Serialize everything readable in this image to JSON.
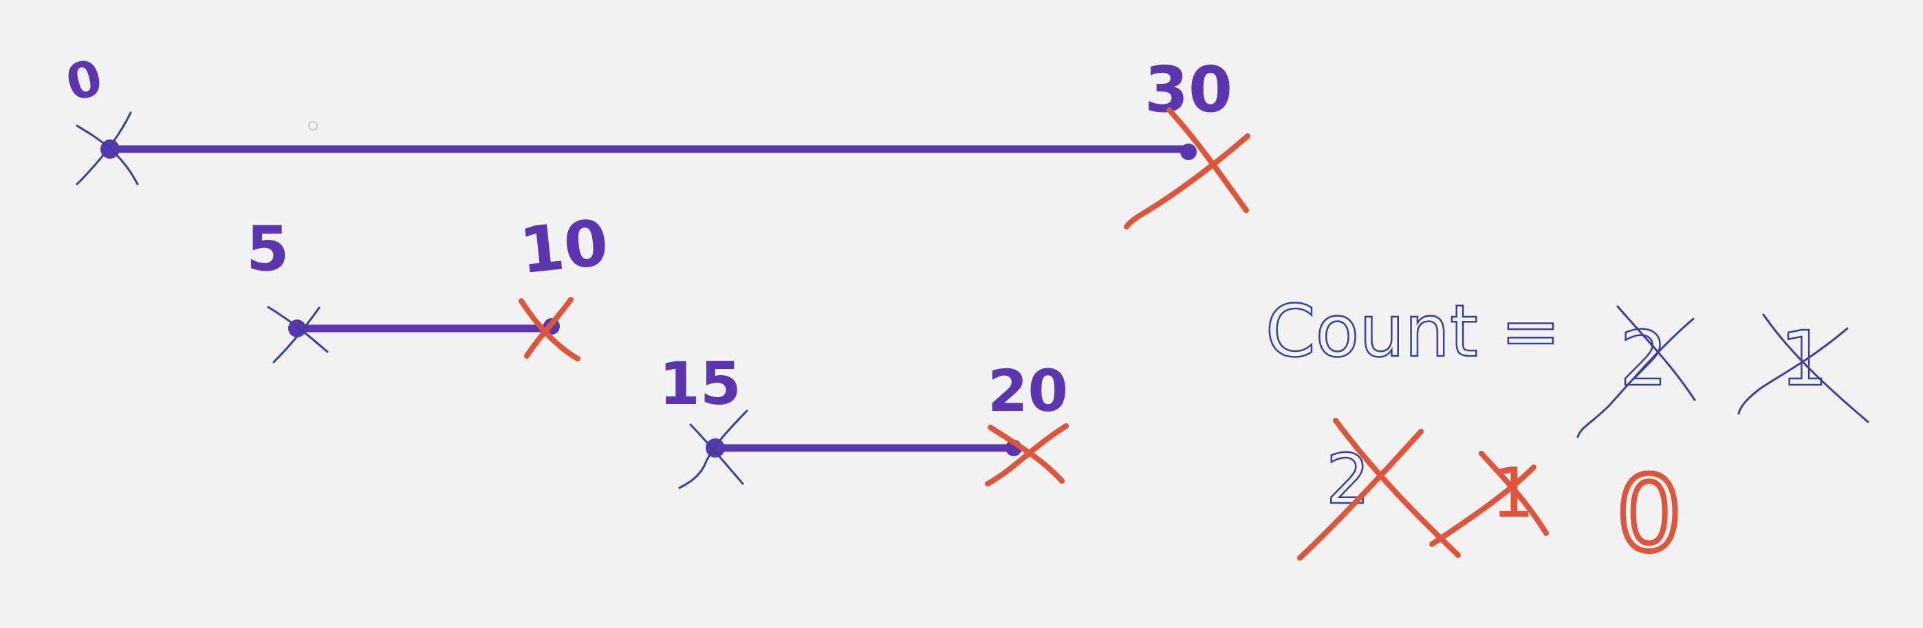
{
  "colors": {
    "background": "#f2f2f2",
    "interval_ink": "#5a36b0",
    "pen_blue": "#3a3f9e",
    "cross_out": "#e0543a"
  },
  "intervals": [
    {
      "start": "0",
      "end": "30",
      "end_crossed_out": true
    },
    {
      "start": "5",
      "end": "10",
      "end_crossed_out": true
    },
    {
      "start": "15",
      "end": "20",
      "end_crossed_out": true
    }
  ],
  "notes": {
    "count_label": "Count =",
    "count_values": [
      "2",
      "1",
      "2",
      "1",
      "0"
    ]
  }
}
